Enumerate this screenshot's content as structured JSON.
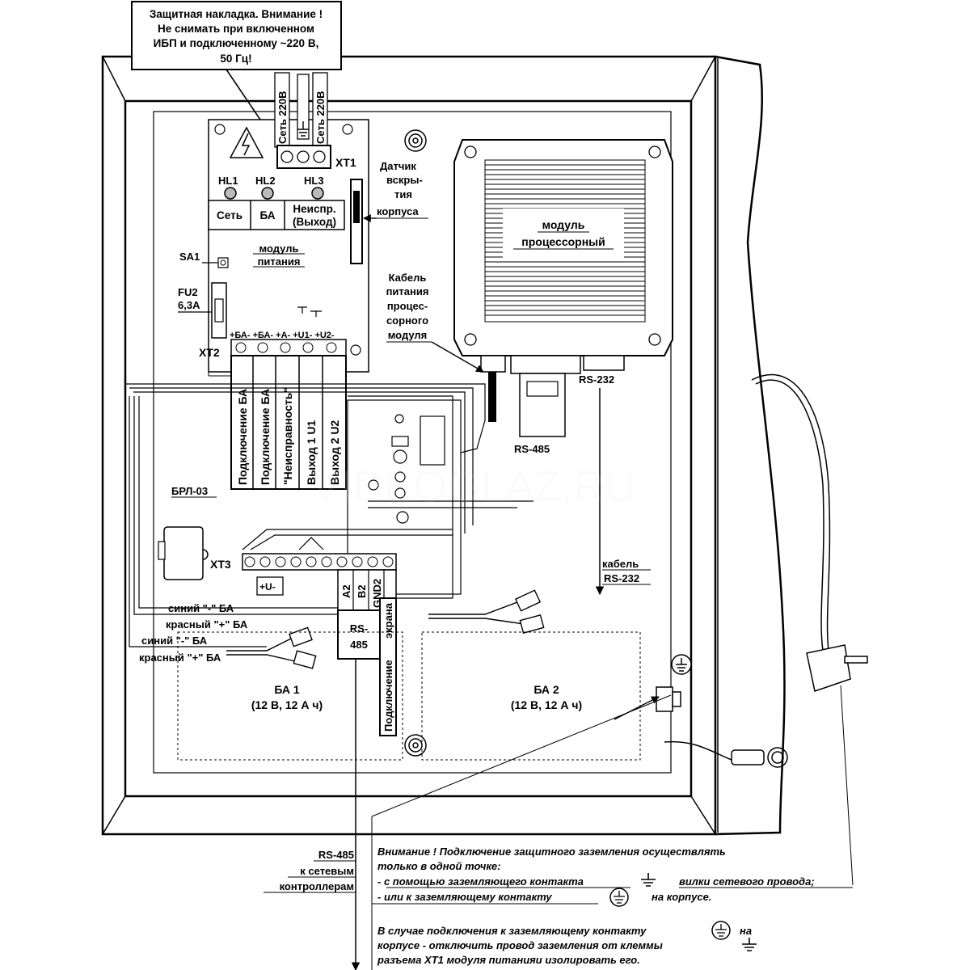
{
  "warning_box": [
    "Защитная накладка. Внимание !",
    "Не снимать при включенном",
    "ИБП и подключенному  ~220 В,",
    "50 Гц!"
  ],
  "xt1": {
    "label": "XT1",
    "left_terminal": "Сеть 220В",
    "right_terminal": "Сеть 220В"
  },
  "indicators": {
    "hl1": "HL1",
    "hl2": "HL2",
    "hl3": "HL3"
  },
  "indicator_panel": {
    "net": "Сеть",
    "battery": "БА",
    "fault_line1": "Неиспр.",
    "fault_line2": "(Выход)"
  },
  "power_module": [
    "модуль",
    "питания"
  ],
  "sa1": "SA1",
  "fu2": [
    "FU2",
    "6,3А"
  ],
  "xt2": {
    "label": "XT2",
    "terminals": "+БА- +БА- +А- +U1- +U2-",
    "columns": [
      "Подключение БА",
      "Подключение БА",
      "\"Неисправность\"",
      "Выход 1 U1",
      "Выход 2 U2"
    ]
  },
  "tamper_sensor": [
    "Датчик",
    "вскры-",
    "тия",
    "корпуса"
  ],
  "processor_module": [
    "модуль",
    "процессорный"
  ],
  "power_cable": [
    "Кабель",
    "питания",
    "процес-",
    "сорного",
    "модуля"
  ],
  "rs232": "RS-232",
  "rs485": "RS-485",
  "brl": "БРЛ-03",
  "watermark": "VIDEOGLAZ.RU",
  "xt3": {
    "label": "XT3",
    "u_label": "+U-",
    "columns": [
      "A2",
      "B2",
      "GND2",
      "экрана"
    ],
    "rs485_box": [
      "RS-",
      "485"
    ],
    "shield_conn": "Подключение"
  },
  "wires": {
    "blue_minus_1": "синий \"-\" БА",
    "red_plus_1": "красный \"+\" БА",
    "blue_minus_2": "синий \"-\" БА",
    "red_plus_2": "красный \"+\" БА"
  },
  "cable_rs232": [
    "кабель",
    "RS-232"
  ],
  "battery1": [
    "БА 1",
    "(12 В, 12 А ч)"
  ],
  "battery2": [
    "БА 2",
    "(12 В, 12 А ч)"
  ],
  "rs485_out": [
    "RS-485",
    "к сетевым",
    "контроллерам"
  ],
  "note1": [
    "Внимание ! Подключение защитного заземления осуществлять",
    "только в одной точке:",
    "- с помощью заземляющего контакта",
    "вилки сетевого провода;",
    "- или к заземляющему контакту",
    "на корпусе."
  ],
  "note2": [
    "В случае подключения к заземляющему контакту",
    "на",
    "корпусе - отключить провод заземления от клеммы",
    "разъема XT1 модуля питанияи изолировать его."
  ]
}
